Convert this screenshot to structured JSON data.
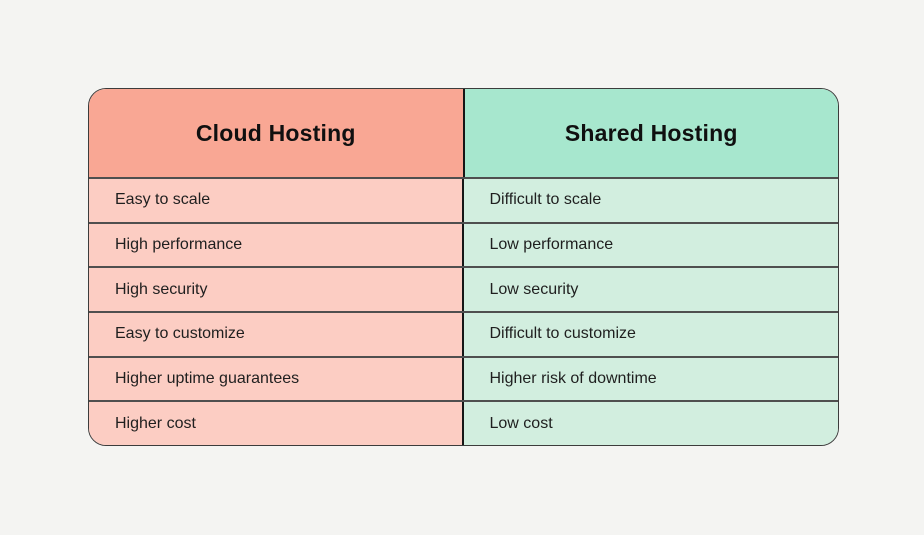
{
  "page": {
    "background_color": "#f4f4f2"
  },
  "table": {
    "columns": [
      {
        "label": "Cloud Hosting",
        "header_color": "#f9a794",
        "body_color": "#fccdc3"
      },
      {
        "label": "Shared Hosting",
        "header_color": "#a7e7ce",
        "body_color": "#d2eedf"
      }
    ],
    "border_color": "#3c3c3c",
    "divider_color": "#4f4f4f",
    "column_divider_color": "#161616",
    "rows": [
      {
        "cloud": "Easy to scale",
        "shared": "Difficult to scale"
      },
      {
        "cloud": "High performance",
        "shared": "Low performance"
      },
      {
        "cloud": "High security",
        "shared": "Low security"
      },
      {
        "cloud": "Easy to customize",
        "shared": "Difficult to customize"
      },
      {
        "cloud": "Higher uptime guarantees",
        "shared": "Higher risk of downtime"
      },
      {
        "cloud": "Higher cost",
        "shared": "Low cost"
      }
    ]
  },
  "chart_data": {
    "type": "table",
    "title": "",
    "columns": [
      "Cloud Hosting",
      "Shared Hosting"
    ],
    "rows": [
      [
        "Easy to scale",
        "Difficult to scale"
      ],
      [
        "High performance",
        "Low performance"
      ],
      [
        "High security",
        "Low security"
      ],
      [
        "Easy to customize",
        "Difficult to customize"
      ],
      [
        "Higher uptime guarantees",
        "Higher risk of downtime"
      ],
      [
        "Higher cost",
        "Low cost"
      ]
    ],
    "layout": {
      "header_bg": [
        "#f9a794",
        "#a7e7ce"
      ],
      "body_bg": [
        "#fccdc3",
        "#d2eedf"
      ],
      "grid": "horizontal-and-center-dividers",
      "corner_radius_px": 18
    }
  }
}
